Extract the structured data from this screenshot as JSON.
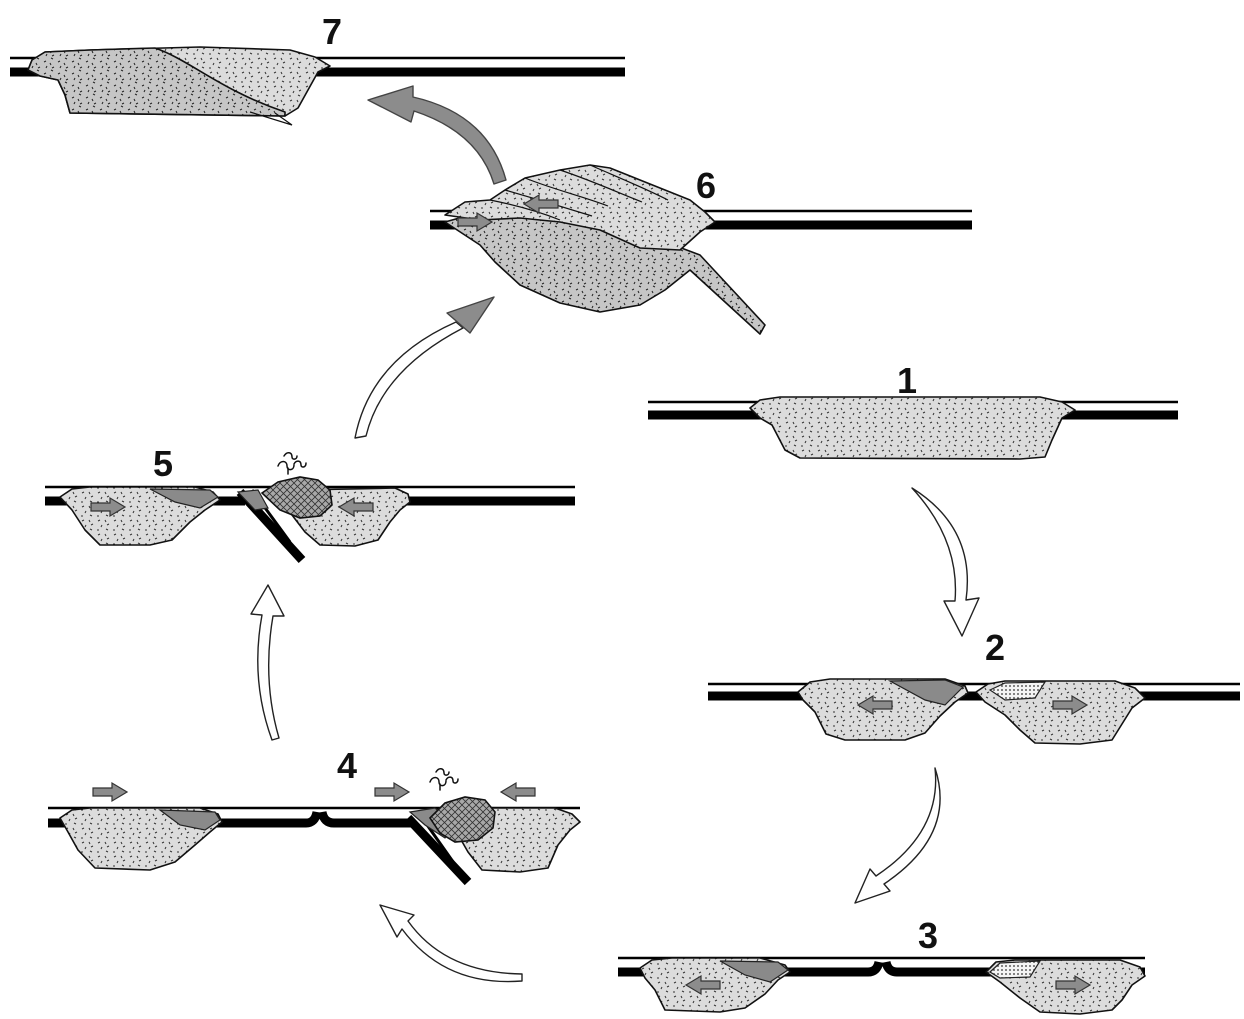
{
  "diagram": {
    "stages": [
      {
        "label": "1"
      },
      {
        "label": "2"
      },
      {
        "label": "3"
      },
      {
        "label": "4"
      },
      {
        "label": "5"
      },
      {
        "label": "6"
      },
      {
        "label": "7"
      }
    ]
  },
  "colors": {
    "crust": "#dcdcdc",
    "crust_dark": "#c6c6c6",
    "sediment": "#8a8a8a",
    "motion_arrow": "#8c8c8c",
    "cycle_arrow": "#ffffff",
    "lithosphere": "#000000"
  }
}
